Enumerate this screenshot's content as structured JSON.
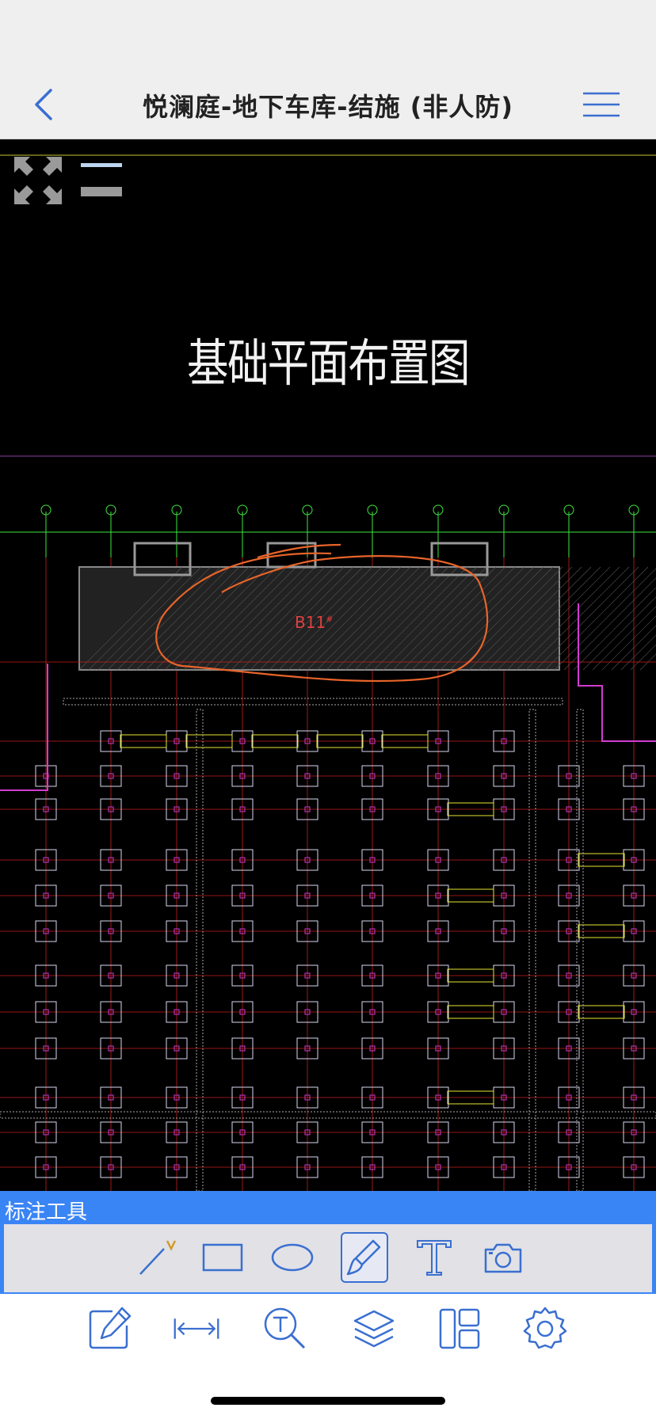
{
  "nav": {
    "title": "悦澜庭-地下车库-结施 (非人防)",
    "back_icon": "chevron-left-icon",
    "menu_icon": "menu-icon"
  },
  "canvas": {
    "drawing_title": "基础平面布置图",
    "annotation_mark": "B11",
    "annotation_mark_suffix": "#"
  },
  "annotation_toolbar": {
    "title": "标注工具",
    "tools": [
      {
        "name": "line-tool-icon",
        "active": false
      },
      {
        "name": "rectangle-tool-icon",
        "active": false
      },
      {
        "name": "ellipse-tool-icon",
        "active": false
      },
      {
        "name": "pen-tool-icon",
        "active": true
      },
      {
        "name": "text-tool-icon",
        "active": false
      },
      {
        "name": "camera-tool-icon",
        "active": false
      }
    ]
  },
  "tabbar": {
    "items": [
      "edit-icon",
      "measure-icon",
      "text-search-icon",
      "layers-icon",
      "layout-icon",
      "settings-icon"
    ]
  },
  "colors": {
    "accent": "#3a85f5",
    "icon_blue": "#3a6fd0",
    "annotation_orange": "#e8642a",
    "grid_red": "#c81e1e",
    "grid_green": "#3ee63e",
    "cad_magenta": "#d23cd2",
    "cad_yellow": "#e6e632"
  }
}
